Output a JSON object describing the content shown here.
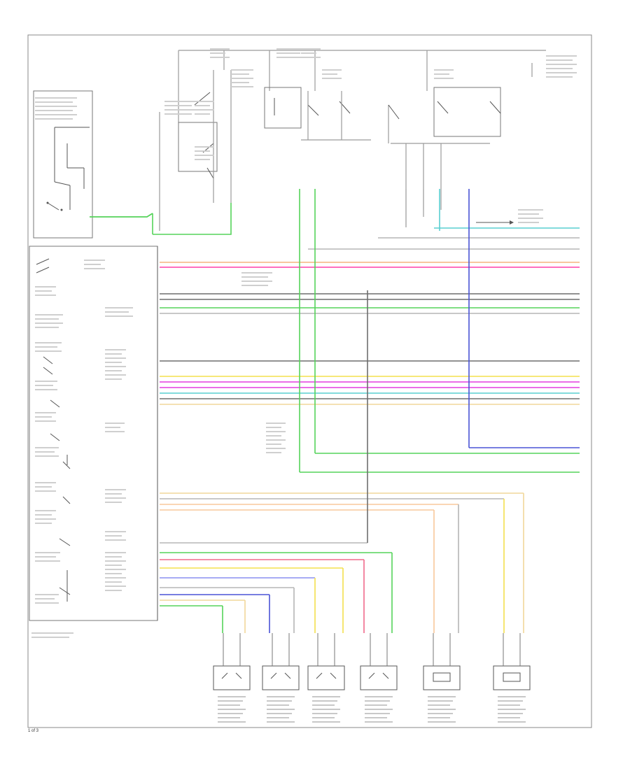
{
  "diagram": {
    "footer_code": "1 of 3",
    "colors": {
      "orange": "#f6b37f",
      "pink": "#ff3fa8",
      "green": "#55d35a",
      "dark_gray": "#6e6e6e",
      "yellow": "#f4e04d",
      "magenta": "#e43ce0",
      "cyan": "#59cfd0",
      "blue": "#4a54d6",
      "light_orange": "#f8c89b",
      "tan": "#f1d79a",
      "red_pink": "#f06a8a",
      "lavender": "#8a8ff0",
      "light_gray": "#b5b5b5"
    },
    "components": [
      {
        "id": "left-switch-block",
        "icon": "switch-cluster-icon"
      },
      {
        "id": "control-module",
        "icon": "module-icon"
      },
      {
        "id": "relay-block-top",
        "icon": "relay-icon"
      },
      {
        "id": "relay-block-right",
        "icon": "relay-icon"
      },
      {
        "id": "bottom-connector-1",
        "icon": "motor-icon"
      },
      {
        "id": "bottom-connector-2",
        "icon": "motor-icon"
      },
      {
        "id": "bottom-connector-3",
        "icon": "motor-icon"
      },
      {
        "id": "bottom-connector-4",
        "icon": "sensor-icon"
      },
      {
        "id": "bottom-connector-5",
        "icon": "actuator-icon"
      },
      {
        "id": "bottom-connector-6",
        "icon": "actuator-icon"
      }
    ]
  }
}
